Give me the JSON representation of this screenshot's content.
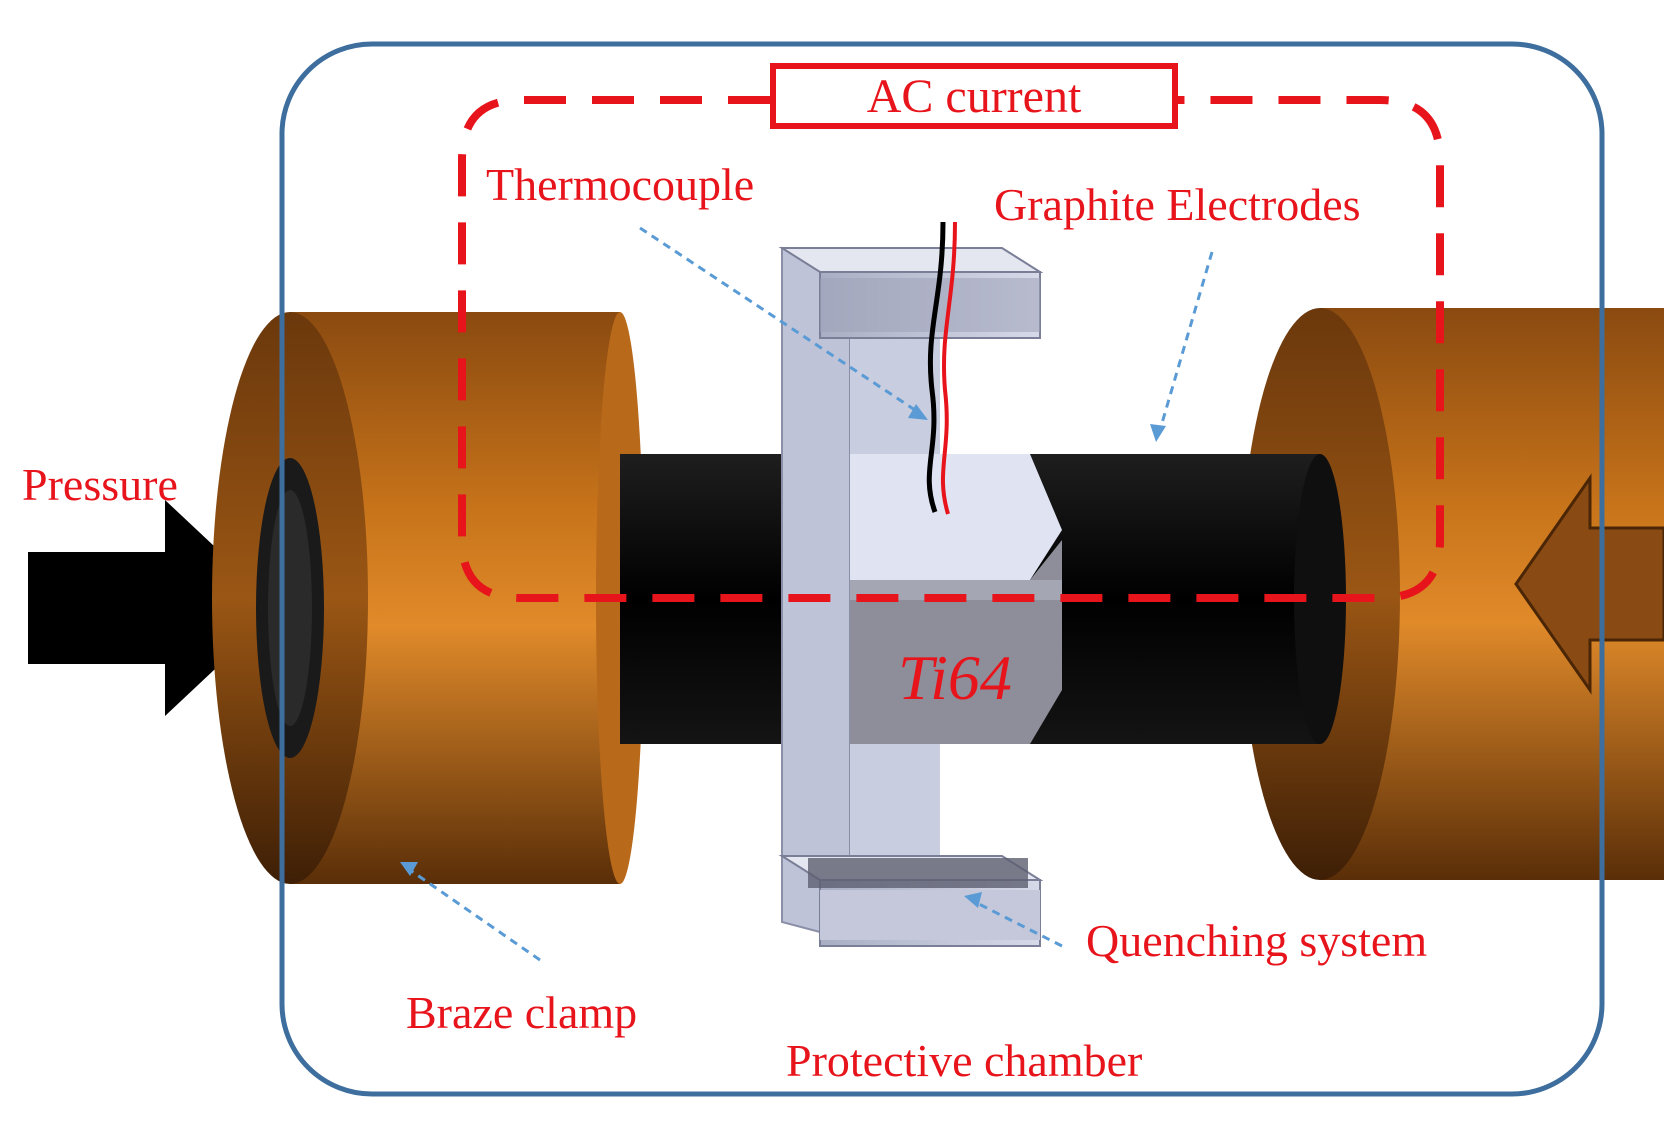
{
  "labels": {
    "ac_current": "AC current",
    "thermocouple": "Thermocouple",
    "graphite_electrodes": "Graphite Electrodes",
    "pressure": "Pressure",
    "ti64": "Ti64",
    "braze_clamp": "Braze clamp",
    "quenching_system": "Quenching system",
    "protective_chamber": "Protective chamber"
  },
  "colors": {
    "label_red": "#e8141c",
    "chamber_blue": "#3d6e9e",
    "copper": "#c8741a",
    "rod": "#0a0a0a",
    "leader_blue": "#5a9bd5"
  }
}
